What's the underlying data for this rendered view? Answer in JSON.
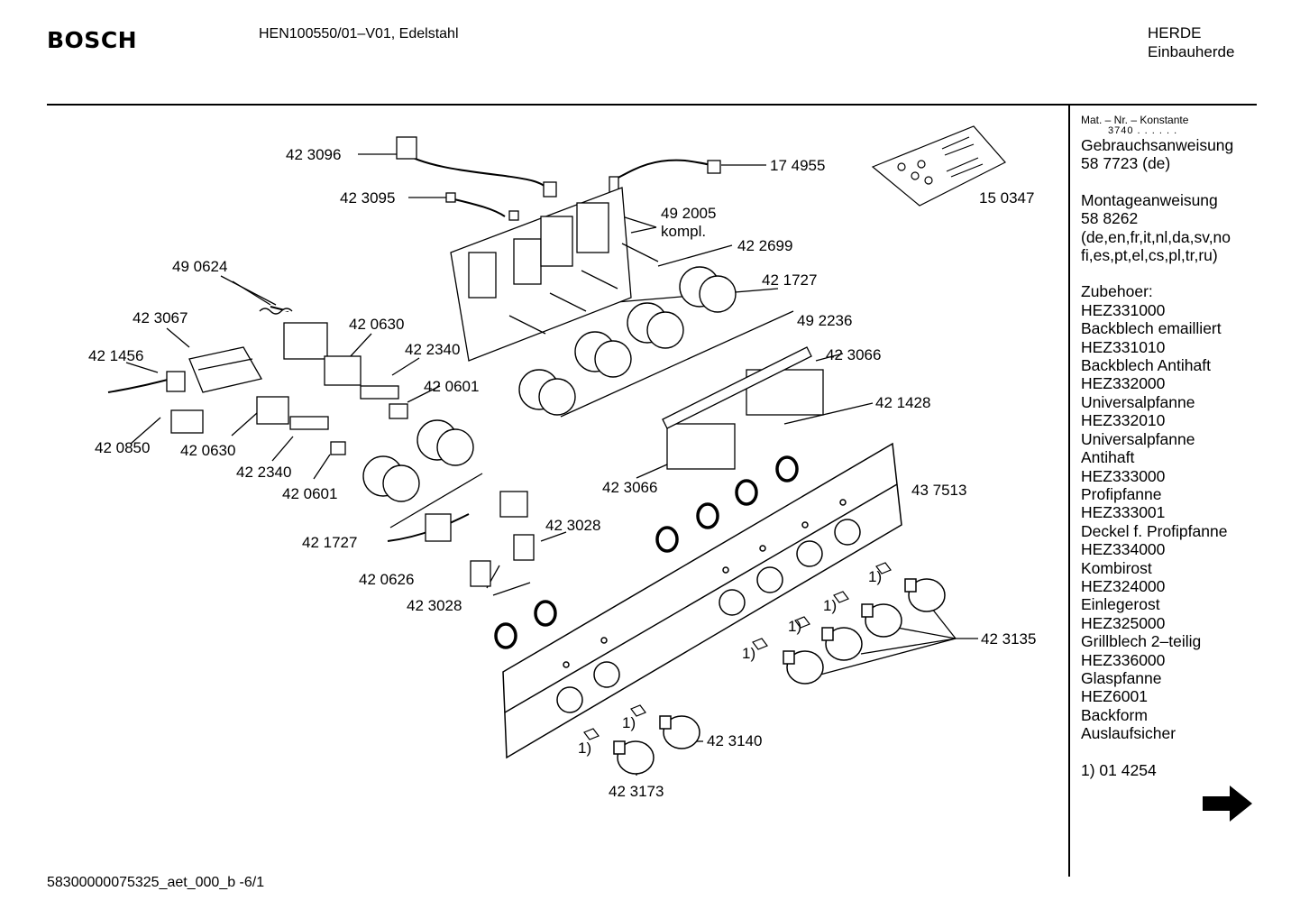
{
  "header": {
    "brand": "BOSCH",
    "model": "HEN100550/01–V01, Edelstahl",
    "category_line1": "HERDE",
    "category_line2": "Einbauherde"
  },
  "footer": {
    "doc_id": "58300000075325_aet_000_b  -6/1"
  },
  "sidebar": {
    "mat_label": "Mat. – Nr. – Konstante",
    "mat_value": "3740 . . . . . .",
    "lines": [
      "Gebrauchsanweisung",
      "58 7723 (de)",
      "",
      "Montageanweisung",
      "58 8262",
      "(de,en,fr,it,nl,da,sv,no",
      "fi,es,pt,el,cs,pl,tr,ru)",
      "",
      "Zubehoer:",
      "HEZ331000",
      "Backblech emailliert",
      "HEZ331010",
      "Backblech Antihaft",
      "HEZ332000",
      "Universalpfanne",
      "HEZ332010",
      "Universalpfanne",
      "Antihaft",
      "HEZ333000",
      "Profipfanne",
      "HEZ333001",
      "Deckel f. Profipfanne",
      "HEZ334000",
      "Kombirost",
      "HEZ324000",
      "Einlegerost",
      "HEZ325000",
      "Grillblech 2–teilig",
      "HEZ336000",
      "Glaspfanne",
      "HEZ6001",
      "Backform",
      "Auslaufsicher",
      "",
      "1) 01 4254"
    ],
    "arrow_icon": "right-arrow-icon"
  },
  "parts": {
    "p423096": "42 3096",
    "p174955": "17 4955",
    "p423095": "42 3095",
    "p150347": "15 0347",
    "p492005": "49 2005",
    "p492005b": "kompl.",
    "p422699": "42 2699",
    "p490624": "49 0624",
    "p421727a": "42 1727",
    "p423067": "42 3067",
    "p420630a": "42 0630",
    "p492236": "49 2236",
    "p422340a": "42 2340",
    "p421456": "42 1456",
    "p423066a": "42 3066",
    "p420601a": "42 0601",
    "p421428": "42 1428",
    "p420850": "42 0850",
    "p420630b": "42 0630",
    "p422340b": "42 2340",
    "p420601b": "42 0601",
    "p423066b": "42 3066",
    "p437513": "43 7513",
    "p423028a": "42 3028",
    "p421727b": "42 1727",
    "p420626": "42 0626",
    "p423028b": "42 3028",
    "p423135": "42 3135",
    "p423140": "42 3140",
    "p423173": "42 3173",
    "fn": "1)"
  }
}
